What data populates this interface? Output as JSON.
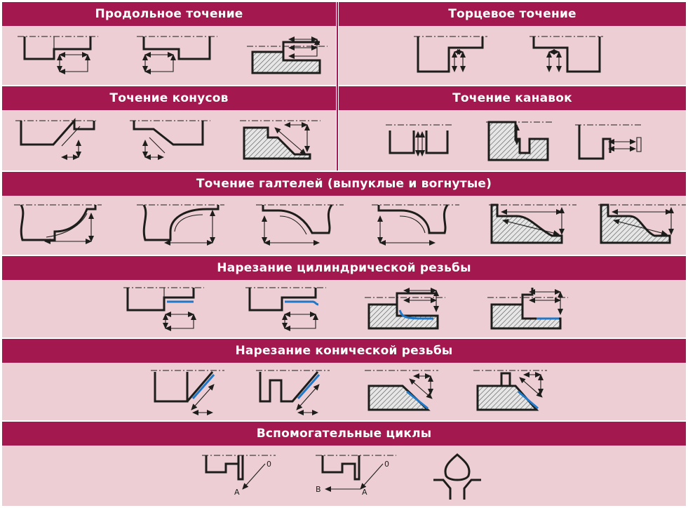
{
  "sections": {
    "longitudinal_turning": "Продольное точение",
    "face_turning": "Торцевое точение",
    "taper_turning": "Точение конусов",
    "groove_turning": "Точение канавок",
    "fillet_turning": "Точение галтелей (выпуклые и вогнутые)",
    "cylindrical_threading": "Нарезание цилиндрической резьбы",
    "taper_threading": "Нарезание конической резьбы",
    "auxiliary_cycles": "Вспомогательные циклы"
  },
  "auxiliary_labels": {
    "point_zero": "0",
    "point_a": "A",
    "point_b": "B"
  },
  "colors": {
    "band": "#a3184e",
    "panel": "#ecced4",
    "thread_line": "#1f78c8",
    "outline": "#1d1d1b"
  }
}
